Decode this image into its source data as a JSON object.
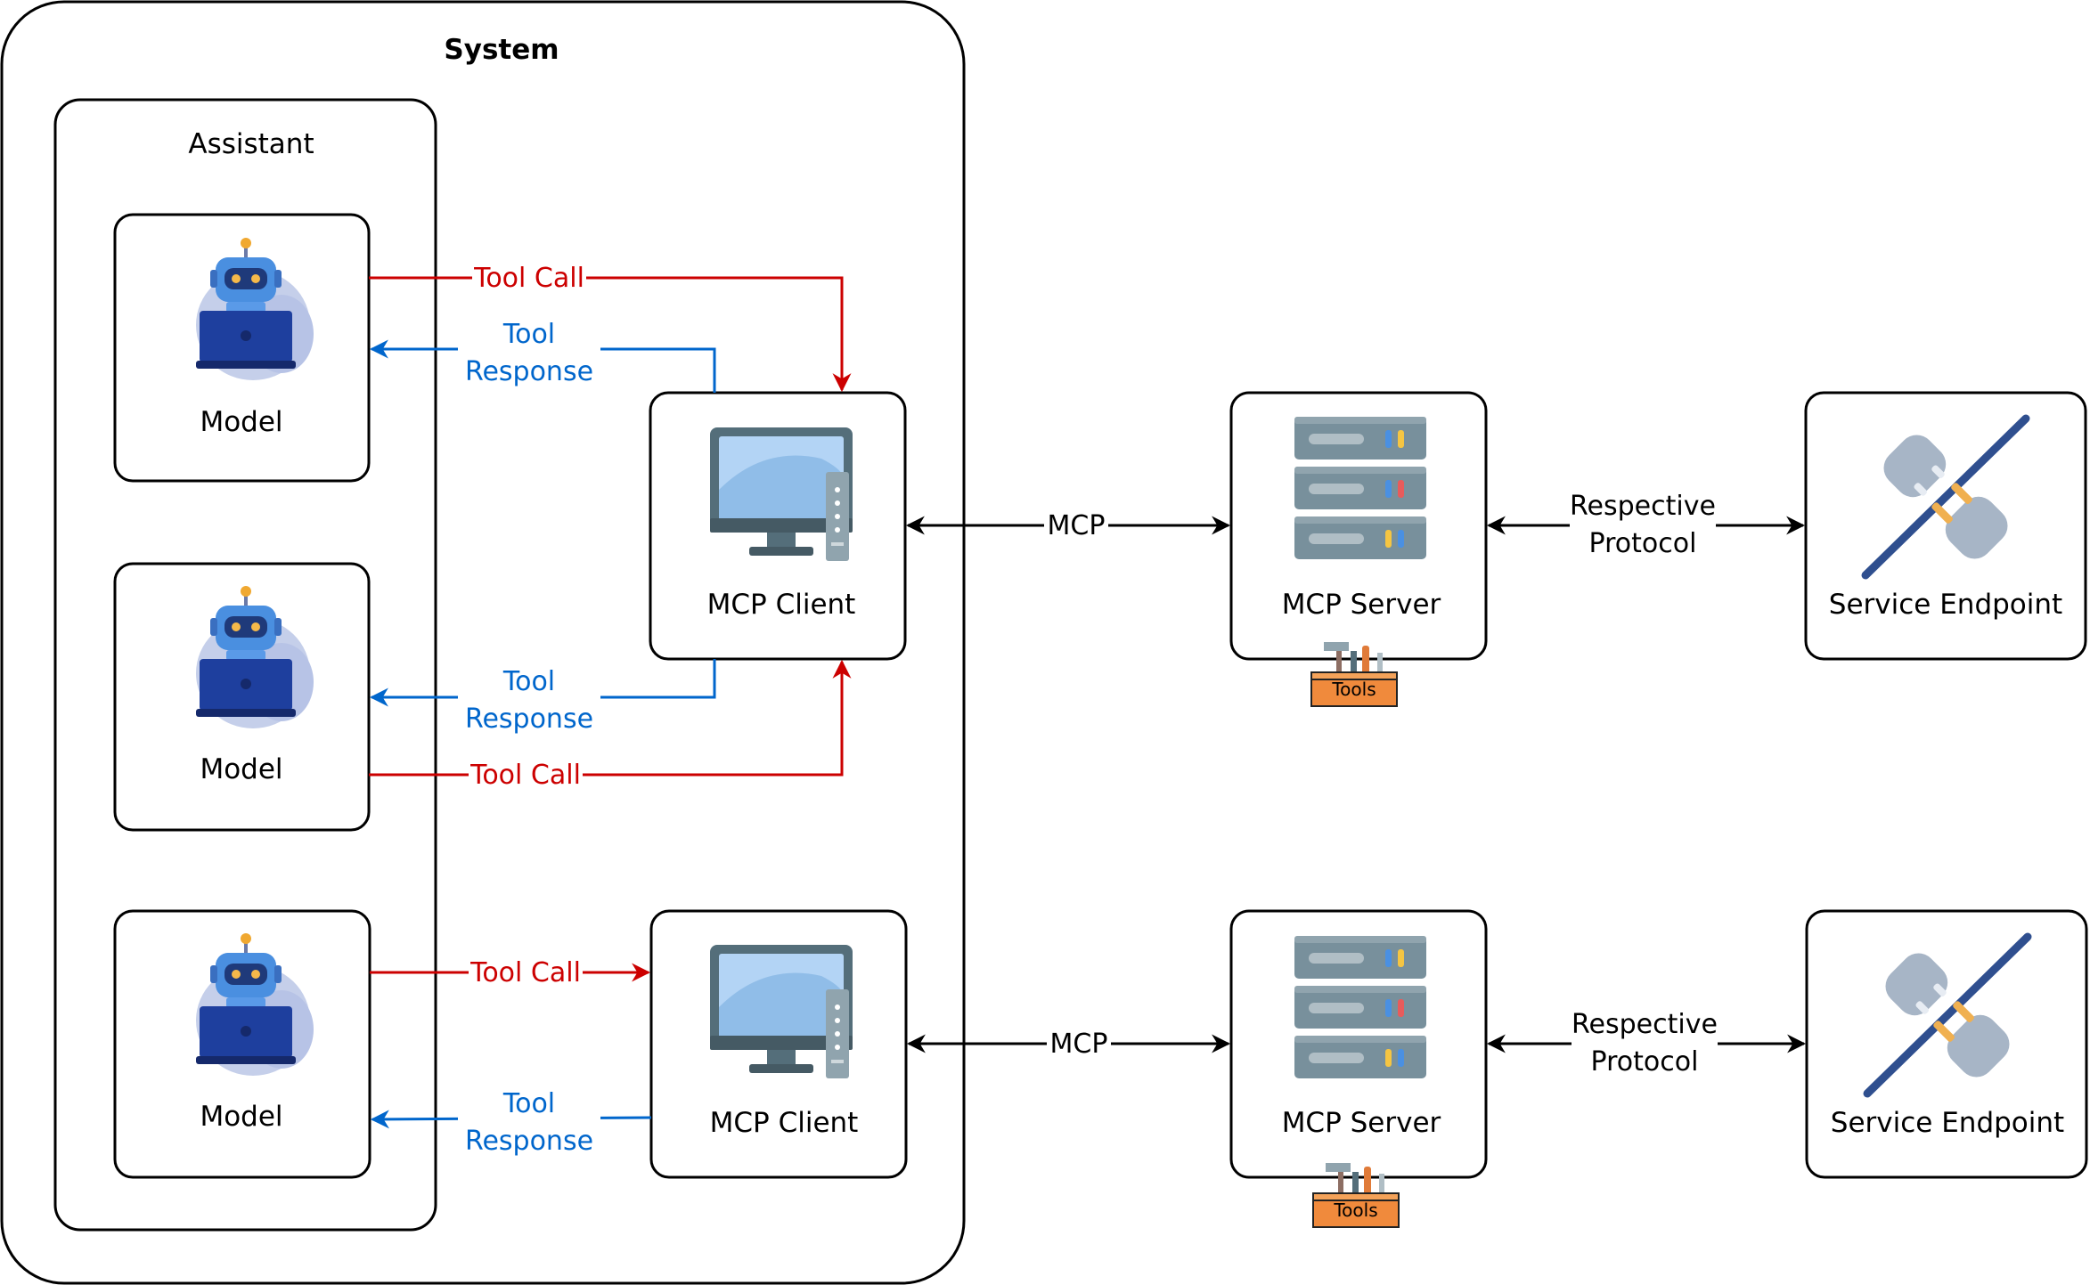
{
  "system": {
    "title": "System"
  },
  "assistant": {
    "title": "Assistant"
  },
  "models": [
    {
      "label": "Model"
    },
    {
      "label": "Model"
    },
    {
      "label": "Model"
    }
  ],
  "clients": [
    {
      "label": "MCP Client"
    },
    {
      "label": "MCP Client"
    }
  ],
  "servers": [
    {
      "label": "MCP Server",
      "toolbox_label": "Tools"
    },
    {
      "label": "MCP Server",
      "toolbox_label": "Tools"
    }
  ],
  "endpoints": [
    {
      "label": "Service Endpoint"
    },
    {
      "label": "Service Endpoint"
    }
  ],
  "edges": {
    "tool_call": "Tool Call",
    "tool_response_line1": "Tool",
    "tool_response_line2": "Response",
    "mcp": "MCP",
    "protocol_line1": "Respective",
    "protocol_line2": "Protocol"
  },
  "colors": {
    "tool_call": "#cc0000",
    "tool_response": "#0066cc",
    "neutral": "#000000"
  },
  "icons": {
    "model": "robot-laptop-icon",
    "client": "computer-monitor-icon",
    "server": "server-rack-icon",
    "toolbox": "toolbox-icon",
    "endpoint": "plug-connector-icon"
  }
}
